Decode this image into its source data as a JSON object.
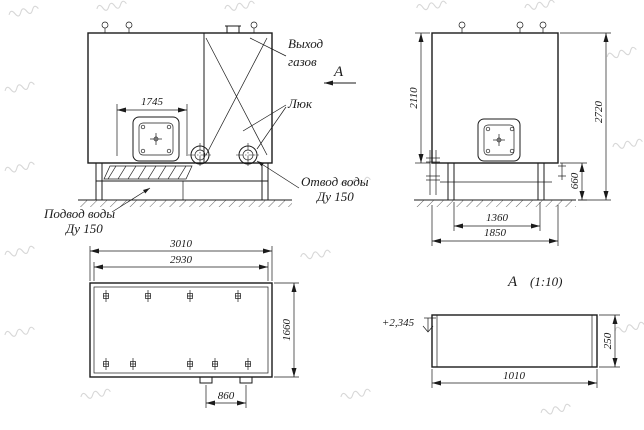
{
  "drawing": {
    "front_view": {
      "labels": {
        "gas_outlet_line1": "Выход",
        "gas_outlet_line2": "газов",
        "section_letter": "А",
        "hatch": "Люк",
        "water_outlet_line1": "Отвод воды",
        "water_outlet_line2": "Ду 150",
        "water_inlet_line1": "Подвод воды",
        "water_inlet_line2": "Ду 150"
      },
      "dimensions": {
        "hatch_span": "1745"
      }
    },
    "side_view": {
      "dimensions": {
        "body_height": "2110",
        "overall_height": "2720",
        "support_height": "660",
        "support_span": "1360",
        "overall_depth": "1850"
      }
    },
    "plan_view": {
      "dimensions": {
        "overall_length": "3010",
        "inner_length": "2930",
        "overall_width": "1660",
        "stub_span": "860"
      }
    },
    "section_view": {
      "labels": {
        "section_letter": "А",
        "scale": "(1:10)",
        "elevation": "+2,345"
      },
      "dimensions": {
        "height": "250",
        "length": "1010"
      }
    }
  }
}
